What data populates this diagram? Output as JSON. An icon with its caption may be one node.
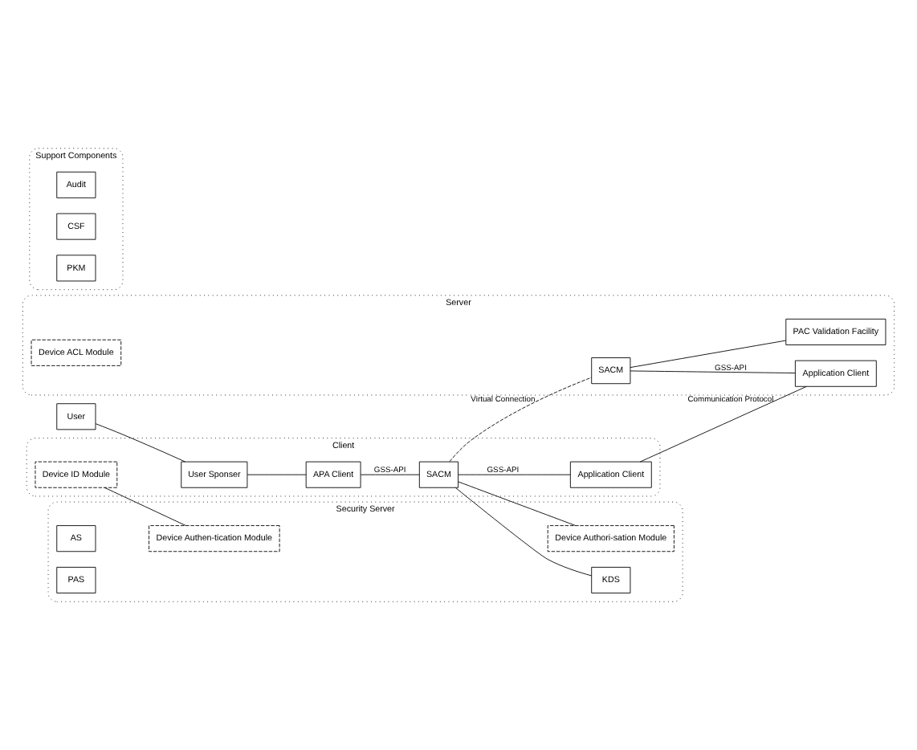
{
  "diagram": {
    "nodes": [
      {
        "text": [
          "User"
        ]
      },
      {
        "text": [
          "Client"
        ]
      },
      {
        "text": [
          "User Sponser"
        ],
        "in": 1
      },
      {
        "text": [
          "APA Client"
        ],
        "in": 1
      },
      {
        "text": [
          "Device ID Module"
        ],
        "in": 1
      },
      {
        "text": [
          "SACM"
        ],
        "in": 1
      },
      {
        "text": [
          "Application Client"
        ],
        "in": 1
      },
      {
        "text": [
          "Security Server"
        ]
      },
      {
        "text": [
          "Device Authen-tication Module"
        ],
        "in": 7
      },
      {
        "text": [
          "AS"
        ],
        "in": 7
      },
      {
        "text": [
          "Device Authori-sation Module"
        ],
        "in": 7
      },
      {
        "text": [
          "PAS"
        ],
        "in": 7
      },
      {
        "text": [
          "KDS"
        ],
        "in": 7
      },
      {
        "text": [
          "Support Components"
        ]
      },
      {
        "text": [
          "Audit"
        ],
        "in": 13
      },
      {
        "text": [
          "CSF"
        ],
        "in": 13
      },
      {
        "text": [
          "PKM"
        ],
        "in": 13
      },
      {
        "text": [
          "Server"
        ]
      },
      {
        "text": [
          "SACM"
        ],
        "in": 17
      },
      {
        "text": [
          "Device ACL Module"
        ],
        "in": 17
      },
      {
        "text": [
          "Application Client"
        ],
        "in": 17
      },
      {
        "text": [
          "PAC Validation Facility"
        ],
        "in": 17
      }
    ],
    "edges": [
      {
        "from": 0,
        "to": 2,
        "arrow": "none"
      },
      {
        "from": 2,
        "to": 3,
        "arrow": "none"
      },
      {
        "from": 3,
        "to": 5,
        "arrow": "none",
        "label": "GSS-API"
      },
      {
        "from": 4,
        "to": 8,
        "arrow": "none"
      },
      {
        "from": 5,
        "to": 10,
        "arrow": "none"
      },
      {
        "from": 5,
        "to": 12,
        "arrow": "none"
      },
      {
        "from": 5,
        "to": 18,
        "arrow": "none",
        "label": "Virtual Connection",
        "style": "dashed"
      },
      {
        "from": 5,
        "to": 6,
        "arrow": "none",
        "label": "GSS-API"
      },
      {
        "from": 6,
        "to": 20,
        "arrow": "none",
        "label": "Communication Protocol"
      },
      {
        "from": 18,
        "to": 20,
        "arrow": "none",
        "label": "GSS-API"
      },
      {
        "from": 18,
        "to": 21,
        "arrow": "none"
      }
    ]
  }
}
